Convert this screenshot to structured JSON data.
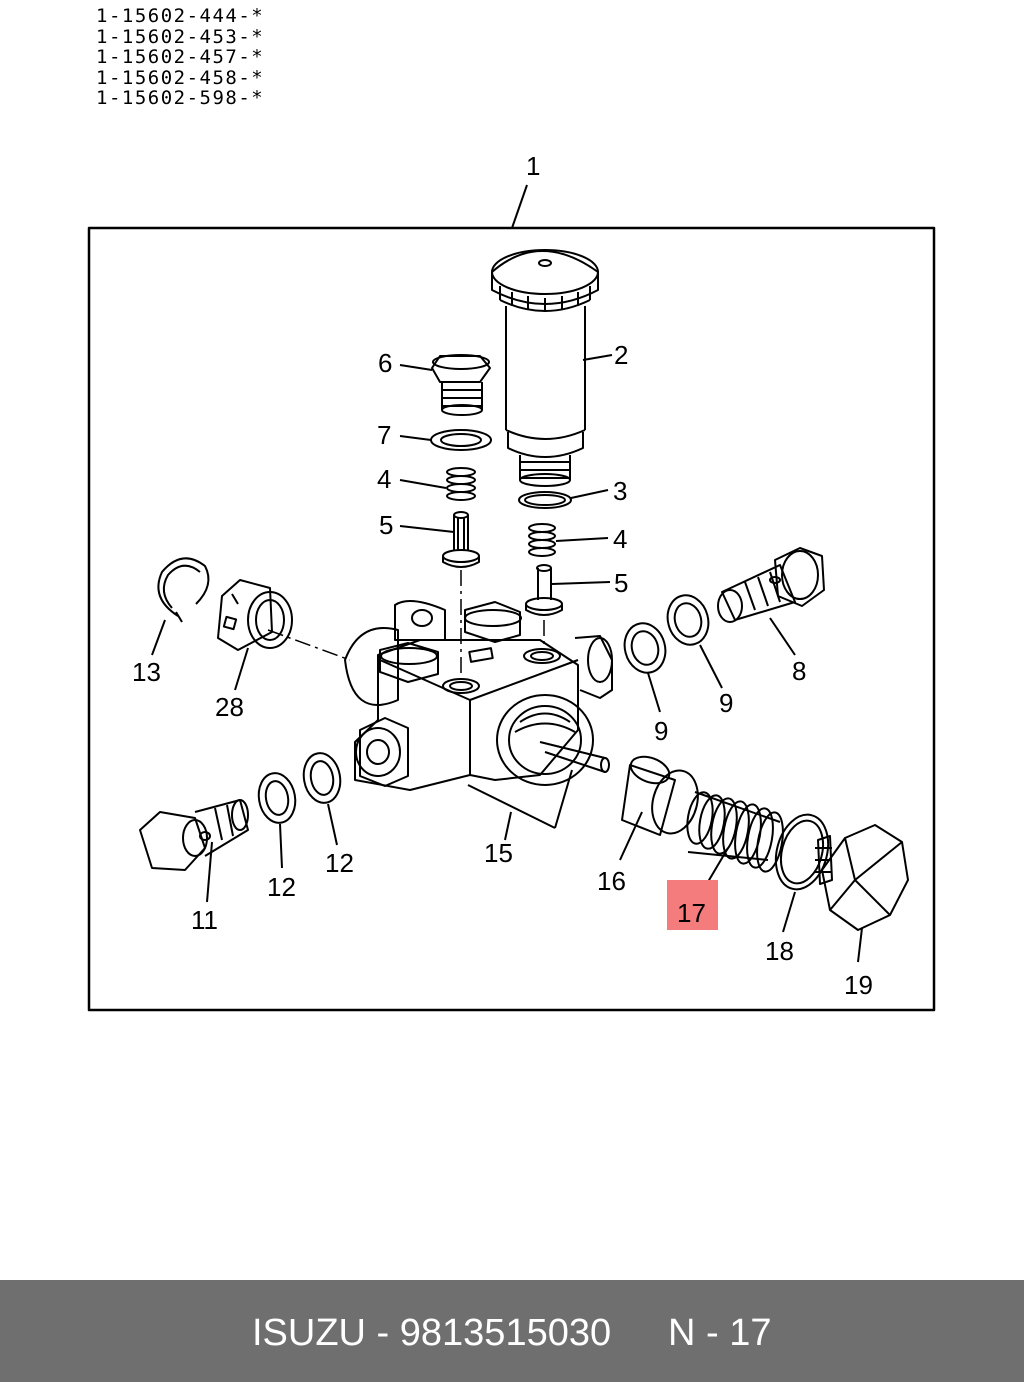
{
  "header": {
    "part_numbers": [
      "1-15602-444-*",
      "1-15602-453-*",
      "1-15602-457-*",
      "1-15602-458-*",
      "1-15602-598-*"
    ]
  },
  "diagram": {
    "callouts": {
      "c1": "1",
      "c2": "2",
      "c3": "3",
      "c4a": "4",
      "c4b": "4",
      "c5a": "5",
      "c5b": "5",
      "c6": "6",
      "c7": "7",
      "c8": "8",
      "c9a": "9",
      "c9b": "9",
      "c11": "11",
      "c12a": "12",
      "c12b": "12",
      "c13": "13",
      "c15": "15",
      "c16": "16",
      "c17": "17",
      "c18": "18",
      "c19": "19",
      "c28": "28"
    },
    "highlight_color": "#f47c7c"
  },
  "footer": {
    "brand_code": "ISUZU - 9813515030",
    "page_ref": "N - 17",
    "background": "#6f6f6f"
  }
}
